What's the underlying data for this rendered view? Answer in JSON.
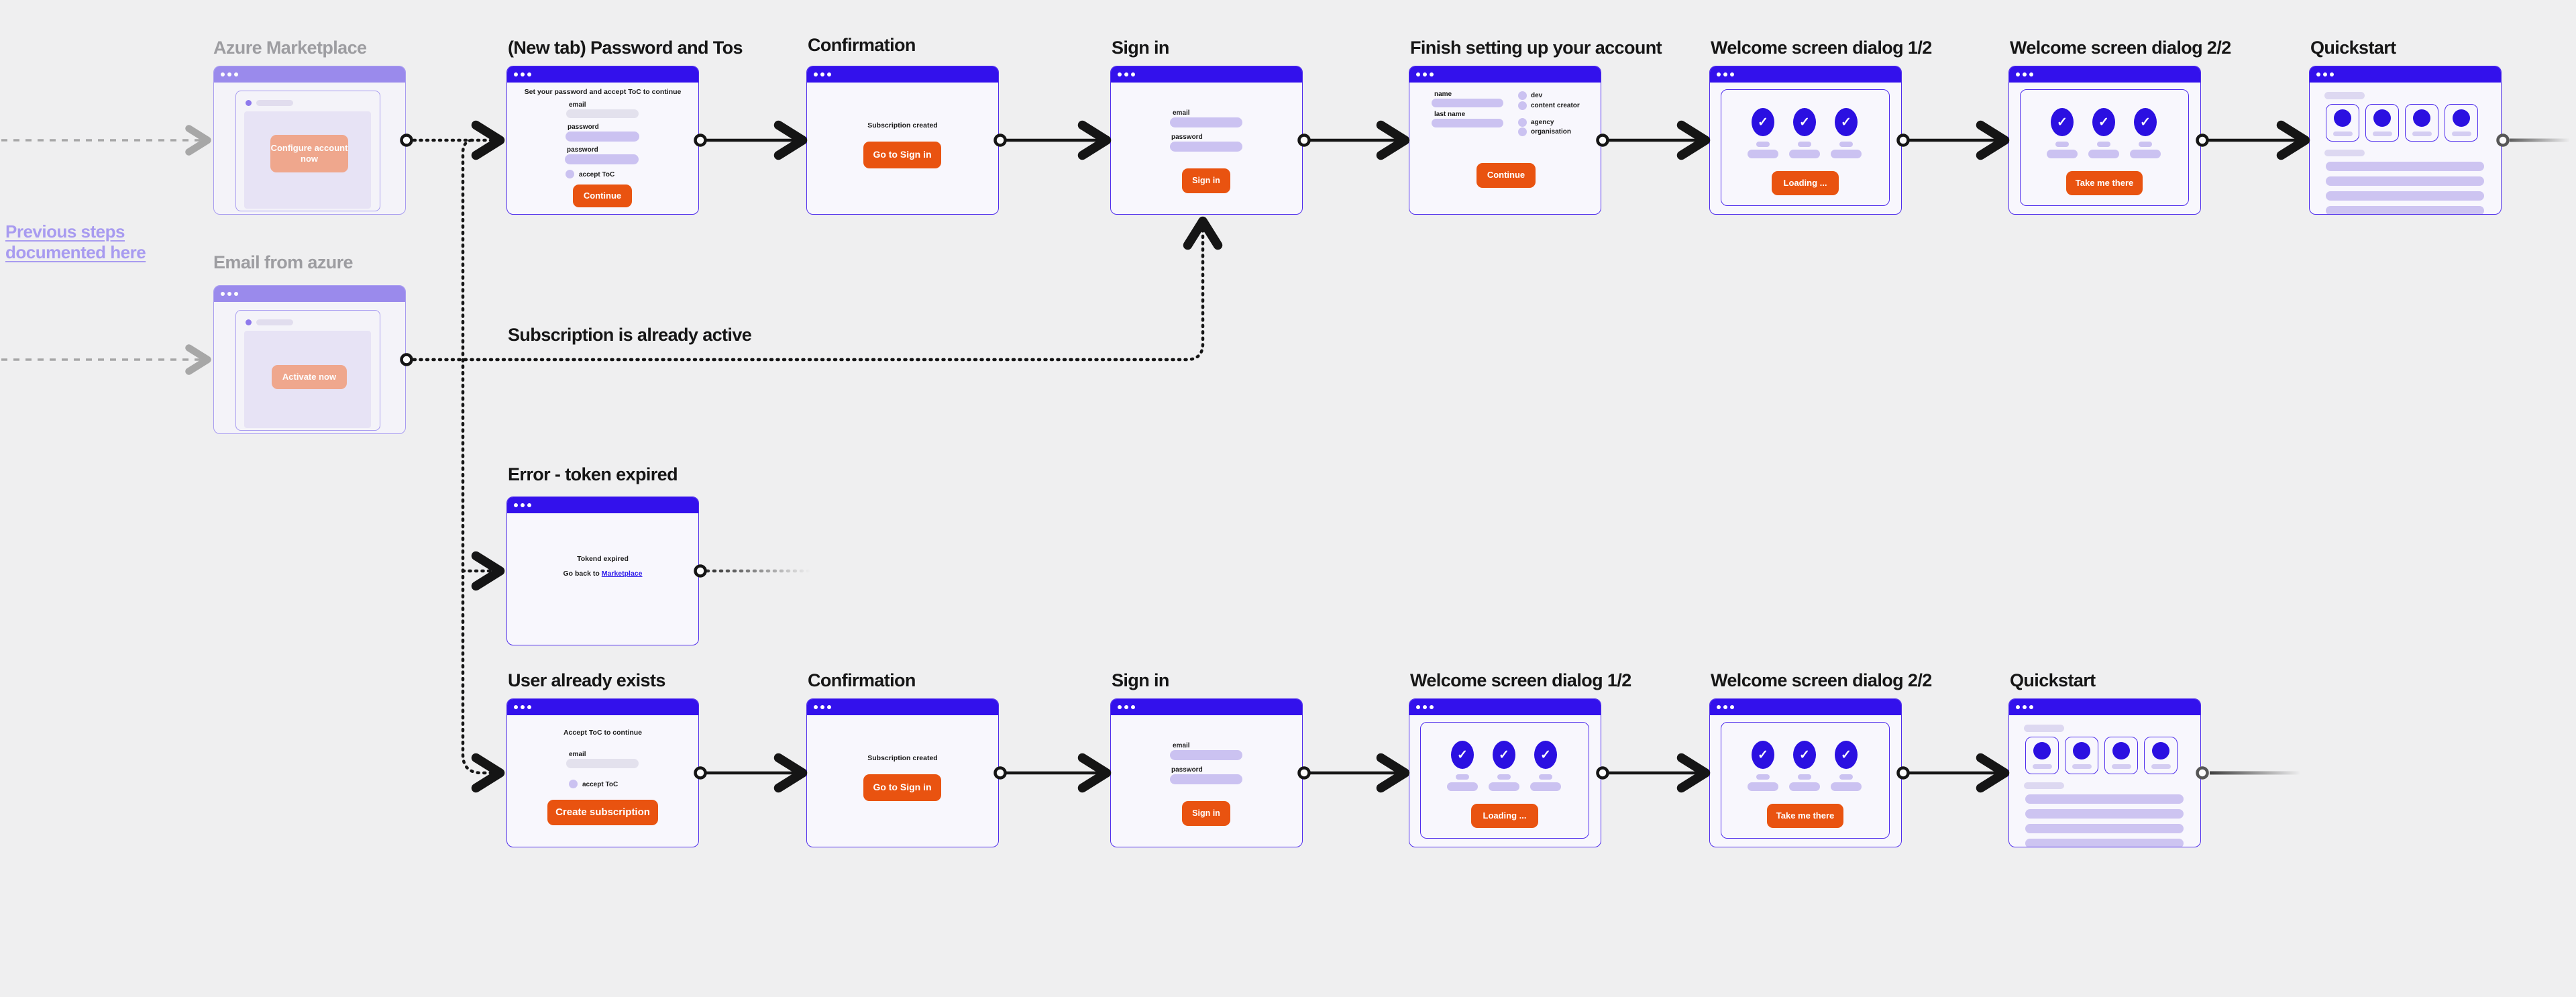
{
  "canvas": {
    "background": "#efeff0"
  },
  "colors": {
    "titlebar": "#3311ec",
    "titlebar_faded": "#9382ec",
    "window_border": "#4f2dec",
    "accent_orange": "#e95310",
    "accent_peach": "#f0a185",
    "lavender_pill": "#cbc2f1",
    "grey_pill": "#e3e1ed",
    "check_blue": "#2b10e1",
    "link_blue": "#2d1bea",
    "side_link": "#a89bf0",
    "connector_black": "#151515",
    "connector_grey": "#a7a7a7"
  },
  "icons": {
    "check": "✓"
  },
  "annotations": {
    "previous_steps": "Previous steps documented here",
    "subscription_active": "Subscription is already active"
  },
  "steps": {
    "azure": {
      "title": "Azure Marketplace",
      "button": "Configure account now"
    },
    "email": {
      "title": "Email from azure",
      "button": "Activate now"
    },
    "password_tos": {
      "title": "(New tab) Password and Tos",
      "heading": "Set your password and accept ToC to continue",
      "email_label": "email",
      "password_label_1": "password",
      "password_label_2": "password",
      "checkbox_label": "accept ToC",
      "button": "Continue"
    },
    "confirmation": {
      "title": "Confirmation",
      "message": "Subscription created",
      "button": "Go to Sign in"
    },
    "signin": {
      "title": "Sign in",
      "email_label": "email",
      "password_label": "password",
      "button": "Sign in"
    },
    "finish": {
      "title": "Finish setting up your account",
      "name_label": "name",
      "lastname_label": "last name",
      "options": [
        "dev",
        "content creator",
        "agency",
        "organisation"
      ],
      "button": "Continue"
    },
    "welcome1": {
      "title": "Welcome screen dialog 1/2",
      "button": "Loading ..."
    },
    "welcome2": {
      "title": "Welcome screen dialog 2/2",
      "button": "Take me there"
    },
    "quickstart": {
      "title": "Quickstart"
    },
    "error": {
      "title": "Error - token expired",
      "message": "Tokend expired",
      "back_text": "Go back to",
      "back_link": "Marketplace"
    },
    "user_exists": {
      "title": "User already exists",
      "heading": "Accept ToC to continue",
      "email_label": "email",
      "checkbox_label": "accept ToC",
      "button": "Create subscription"
    }
  }
}
